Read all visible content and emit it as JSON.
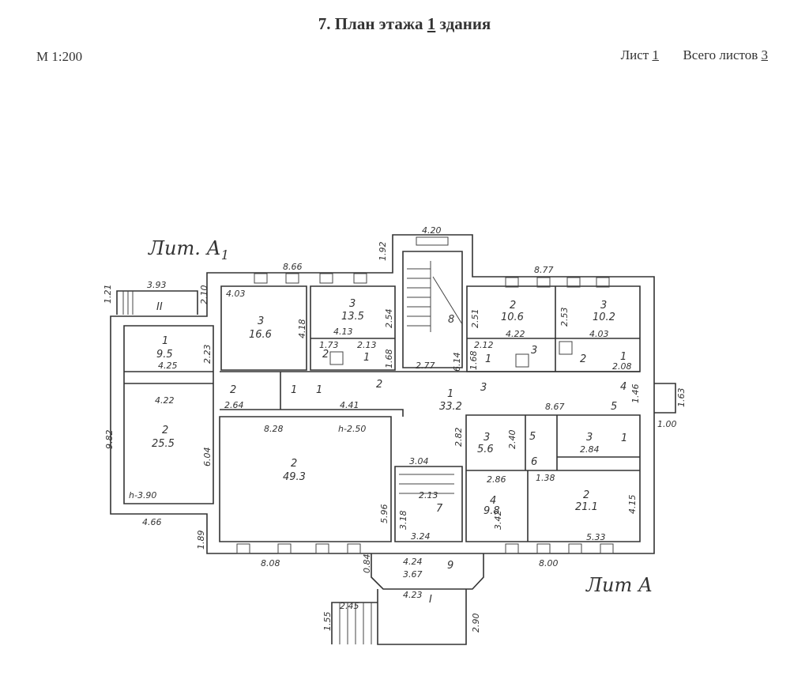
{
  "header": {
    "title_prefix": "7. План этажа",
    "floor": "1",
    "title_suffix": "здания",
    "scale": "М 1:200",
    "sheet_label": "Лист",
    "sheet_number": "1",
    "total_label": "Всего листов",
    "total_sheets": "3"
  },
  "plan": {
    "lit_a1": "Лит. А",
    "lit_a1_sub": "1",
    "lit_a": "Лит А",
    "rooms": [
      {
        "num": "1",
        "area": "9.5"
      },
      {
        "num": "2",
        "area": "25.5"
      },
      {
        "num": "3",
        "area": "16.6"
      },
      {
        "num": "3",
        "area": "13.5"
      },
      {
        "num": "2",
        "area": "49.3"
      },
      {
        "num": "1",
        "area": "33.2"
      },
      {
        "num": "2",
        "area": "10.6"
      },
      {
        "num": "3",
        "area": "10.2"
      },
      {
        "num": "3",
        "area": "5.6"
      },
      {
        "num": "4",
        "area": "9.8"
      },
      {
        "num": "2",
        "area": "21.1"
      }
    ],
    "small_labels": [
      "II",
      "2",
      "1",
      "2",
      "1",
      "1",
      "2",
      "8",
      "1",
      "3",
      "3",
      "2",
      "1",
      "4",
      "5",
      "5",
      "6",
      "3",
      "1",
      "7",
      "9",
      "I",
      "h-2.50",
      "h-3.90"
    ],
    "dims": [
      "3.93",
      "1.21",
      "2.10",
      "8.66",
      "1.92",
      "4.20",
      "8.77",
      "4.03",
      "4.13",
      "2.54",
      "4.18",
      "2.23",
      "4.25",
      "4.22",
      "6.04",
      "9.82",
      "4.66",
      "1.89",
      "8.08",
      "8.28",
      "5.96",
      "2.64",
      "4.41",
      "2.77",
      "6.14",
      "2.51",
      "4.22",
      "2.53",
      "4.03",
      "2.08",
      "8.67",
      "1.46",
      "1.63",
      "1.00",
      "3.04",
      "2.13",
      "3.18",
      "2.82",
      "2.40",
      "2.86",
      "1.38",
      "3.42",
      "2.84",
      "4.15",
      "5.33",
      "8.00",
      "3.24",
      "4.24",
      "3.67",
      "4.23",
      "0.84",
      "2.45",
      "1.55",
      "2.90",
      "1.73",
      "2.13",
      "1.68",
      "2.12",
      "1.68"
    ]
  }
}
